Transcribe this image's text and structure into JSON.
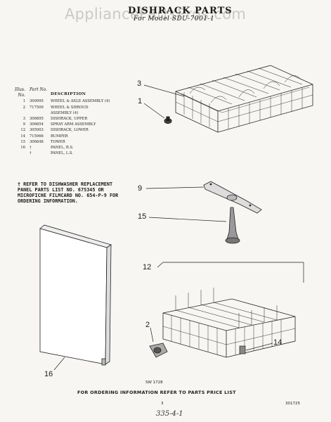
{
  "header": {
    "watermark": "AppliancePartsPros.com",
    "title": "DISHRACK PARTS",
    "subtitle": "For Model SDU-7001-1"
  },
  "parts_table": {
    "col_illus": "Illus. No.",
    "col_part": "Part No.",
    "col_desc": "DESCRIPTION",
    "rows": [
      {
        "illus": "1",
        "part": "300995",
        "desc": "WHEEL & AXLE ASSEMBLY (4)"
      },
      {
        "illus": "2",
        "part": "717509",
        "desc": "WHEEL & SHROUD"
      },
      {
        "illus": "",
        "part": "",
        "desc": "ASSEMBLY (4)"
      },
      {
        "illus": "3",
        "part": "306895",
        "desc": "DISHRACK, UPPER"
      },
      {
        "illus": "9",
        "part": "306854",
        "desc": "SPRAY ARM ASSEMBLY"
      },
      {
        "illus": "12",
        "part": "305903",
        "desc": "DISHRACK, LOWER"
      },
      {
        "illus": "14",
        "part": "715966",
        "desc": "BUMPER"
      },
      {
        "illus": "15",
        "part": "306848",
        "desc": "TOWER"
      },
      {
        "illus": "16",
        "part": "†",
        "desc": "PANEL, R.S."
      },
      {
        "illus": "",
        "part": "†",
        "desc": "PANEL, L.S."
      }
    ]
  },
  "note": "† REFER TO DISHWASHER REPLACEMENT PANEL PARTS LIST NO. 675345 OR MICROFICHE FILMCARD NO. 654-P-9 FOR ORDERING INFORMATION.",
  "callouts": {
    "c3": "3",
    "c1": "1",
    "c9": "9",
    "c15": "15",
    "c12": "12",
    "c2": "2",
    "c14": "14",
    "c16": "16"
  },
  "figure_code": "SW 1728",
  "footer": "FOR ORDERING INFORMATION REFER TO PARTS PRICE LIST",
  "page_number": "3",
  "doc_code": "301725",
  "handwritten": "335-4-1"
}
